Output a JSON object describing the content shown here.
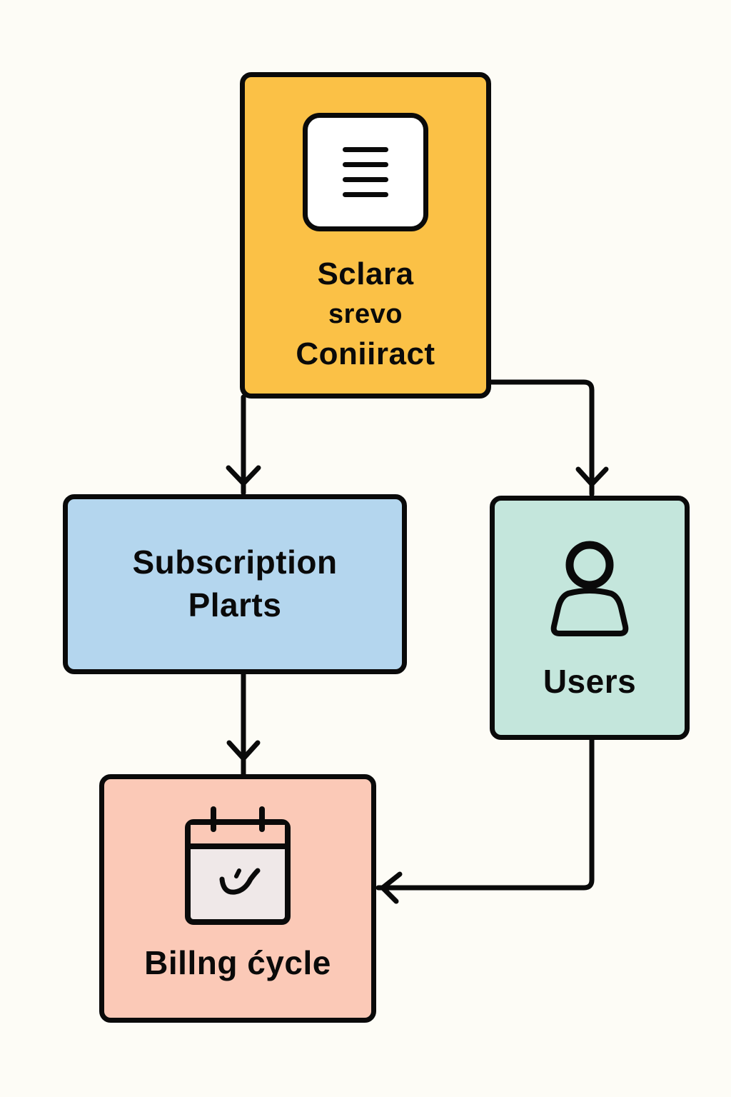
{
  "diagram": {
    "type": "flowchart",
    "colors": {
      "background": "#FDFCF6",
      "stroke": "#0A0A0A",
      "contract": "#FBC146",
      "plans": "#B4D6EE",
      "users": "#C4E6DC",
      "billing": "#FBC9B7"
    },
    "nodes": [
      {
        "id": "contract",
        "icon": "document-icon",
        "label_lines": [
          "Sclara",
          "srevo",
          "Coniiract"
        ]
      },
      {
        "id": "plans",
        "icon": null,
        "label_lines": [
          "Subscription",
          "Plarts"
        ]
      },
      {
        "id": "users",
        "icon": "user-icon",
        "label_lines": [
          "Users"
        ]
      },
      {
        "id": "billing",
        "icon": "calendar-check-icon",
        "label_lines": [
          "Billng ćycle"
        ]
      }
    ],
    "edges": [
      {
        "from": "contract",
        "to": "plans"
      },
      {
        "from": "contract",
        "to": "users"
      },
      {
        "from": "plans",
        "to": "billing"
      },
      {
        "from": "users",
        "to": "billing"
      }
    ]
  }
}
